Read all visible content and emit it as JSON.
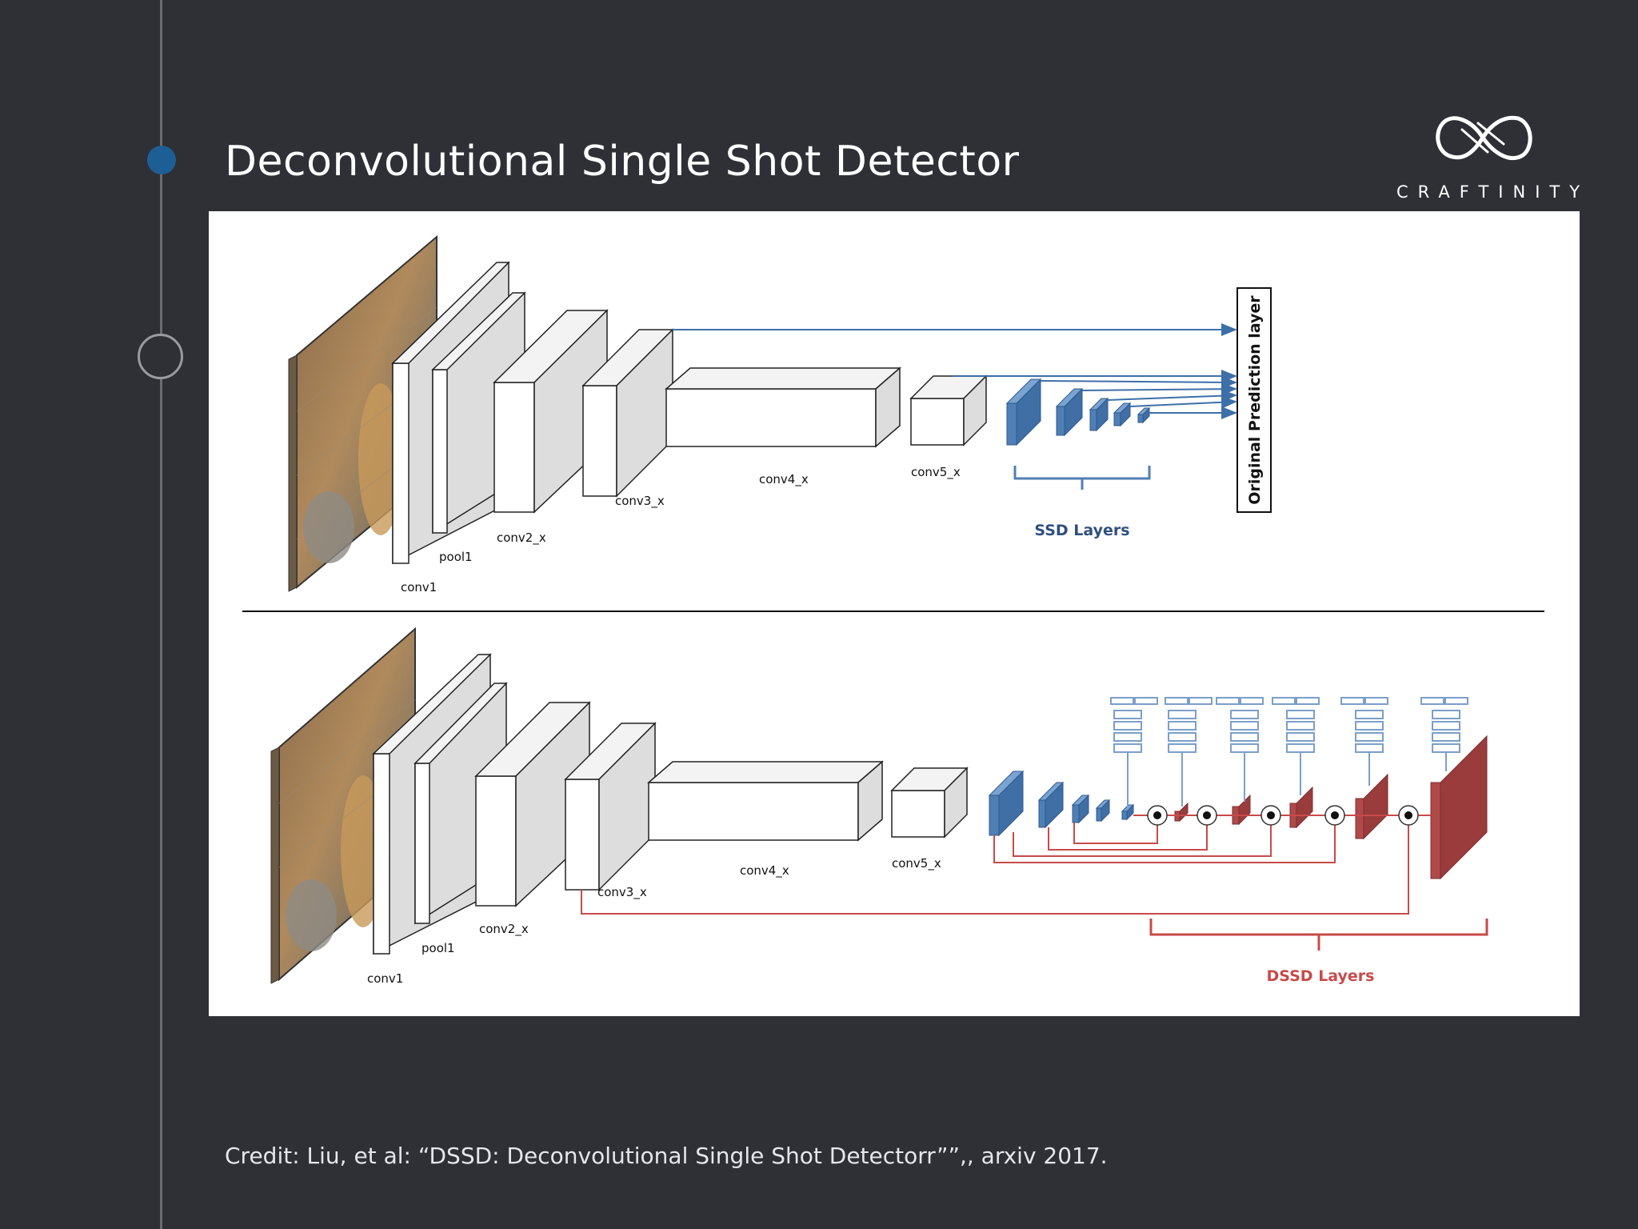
{
  "slide": {
    "title": "Deconvolutional Single Shot Detector",
    "credit": "Credit: Liu, et al: “DSSD: Deconvolutional Single Shot Detectorr””,, arxiv 2017."
  },
  "logo": {
    "text": "CRAFTINITY",
    "icon": "infinity-knot-icon"
  },
  "colors": {
    "background": "#2f2f36",
    "accent_dot": "#1d5f95",
    "ssd_blue": "#4f7fb5",
    "dssd_red": "#b04a4a"
  },
  "diagram": {
    "top": {
      "labels": {
        "conv1": "conv1",
        "pool1": "pool1",
        "conv2": "conv2_x",
        "conv3": "conv3_x",
        "conv4": "conv4_x",
        "conv5": "conv5_x"
      },
      "ssd_layers_label": "SSD Layers",
      "prediction_label": "Original Prediction layer"
    },
    "bottom": {
      "labels": {
        "conv1": "conv1",
        "pool1": "pool1",
        "conv2": "conv2_x",
        "conv3": "conv3_x",
        "conv4": "conv4_x",
        "conv5": "conv5_x"
      },
      "dssd_layers_label": "DSSD Layers"
    }
  }
}
